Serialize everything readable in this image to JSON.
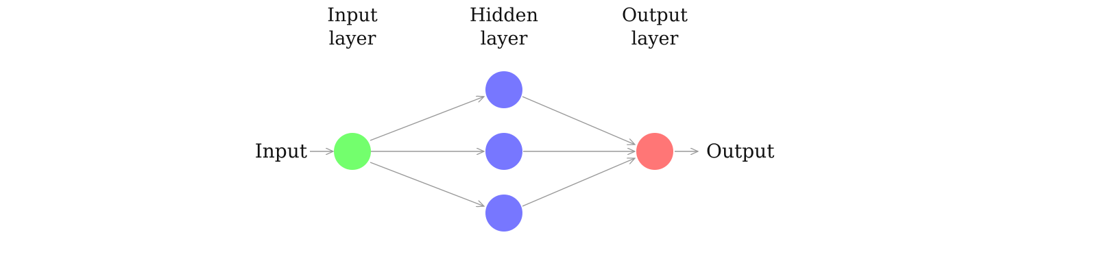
{
  "layer_titles": {
    "input": [
      "Input",
      "layer"
    ],
    "hidden": [
      "Hidden",
      "layer"
    ],
    "output": [
      "Output",
      "layer"
    ]
  },
  "io_labels": {
    "input": "Input",
    "output": "Output"
  },
  "colors": {
    "input_node": "#73ff6d",
    "hidden_node": "#7777ff",
    "output_node": "#ff7676",
    "arrow": "#9a9a9a",
    "text": "#111111"
  },
  "network": {
    "input_nodes": 1,
    "hidden_nodes": 3,
    "output_nodes": 1
  }
}
